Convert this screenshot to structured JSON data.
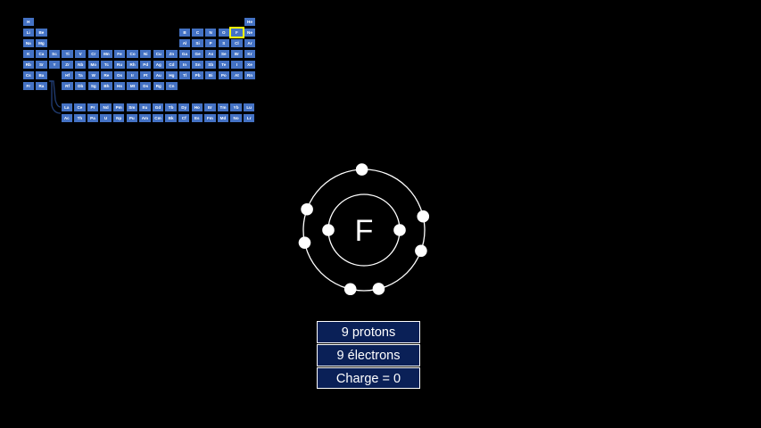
{
  "periodic_table": {
    "highlight": "F",
    "main_rows": [
      [
        "H",
        "",
        "",
        "",
        "",
        "",
        "",
        "",
        "",
        "",
        "",
        "",
        "",
        "",
        "",
        "",
        "",
        "He"
      ],
      [
        "Li",
        "Be",
        "",
        "",
        "",
        "",
        "",
        "",
        "",
        "",
        "",
        "",
        "B",
        "C",
        "N",
        "O",
        "F",
        "Ne"
      ],
      [
        "Na",
        "Mg",
        "",
        "",
        "",
        "",
        "",
        "",
        "",
        "",
        "",
        "",
        "Al",
        "Si",
        "P",
        "S",
        "Cl",
        "Ar"
      ],
      [
        "K",
        "Ca",
        "Sc",
        "Ti",
        "V",
        "Cr",
        "Mn",
        "Fe",
        "Co",
        "Ni",
        "Cu",
        "Zn",
        "Ga",
        "Ge",
        "As",
        "Se",
        "Br",
        "Kr"
      ],
      [
        "Rb",
        "Sr",
        "Y",
        "Zr",
        "Nb",
        "Mo",
        "Tc",
        "Ru",
        "Rh",
        "Pd",
        "Ag",
        "Cd",
        "In",
        "Sn",
        "Sb",
        "Te",
        "I",
        "Xe"
      ],
      [
        "Cs",
        "Ba",
        "",
        "Hf",
        "Ta",
        "W",
        "Re",
        "Os",
        "Ir",
        "Pt",
        "Au",
        "Hg",
        "Tl",
        "Pb",
        "Bi",
        "Po",
        "At",
        "Rn"
      ],
      [
        "Fr",
        "Ra",
        "",
        "Rf",
        "Db",
        "Sg",
        "Bh",
        "Hs",
        "Mt",
        "Ds",
        "Rg",
        "Cn",
        "",
        "",
        "",
        "",
        "",
        ""
      ]
    ],
    "f_rows": [
      [
        "La",
        "Ce",
        "Pr",
        "Nd",
        "Pm",
        "Sm",
        "Eu",
        "Gd",
        "Tb",
        "Dy",
        "Ho",
        "Er",
        "Tm",
        "Yb",
        "Lu"
      ],
      [
        "Ac",
        "Th",
        "Pa",
        "U",
        "Np",
        "Pu",
        "Am",
        "Cm",
        "Bk",
        "Cf",
        "Es",
        "Fm",
        "Md",
        "No",
        "Lr"
      ]
    ]
  },
  "atom": {
    "symbol": "F",
    "inner_shell_electrons": 2,
    "outer_shell_electrons": 7,
    "colors": {
      "shell": "#ffffff",
      "electron": "#ffffff",
      "text": "#ffffff"
    }
  },
  "info": {
    "protons": "9 protons",
    "electrons": "9 électrons",
    "charge": "Charge = 0"
  },
  "colors": {
    "cell": "#4472c4",
    "highlight": "#ffff00",
    "info_bg": "#0a2057"
  }
}
